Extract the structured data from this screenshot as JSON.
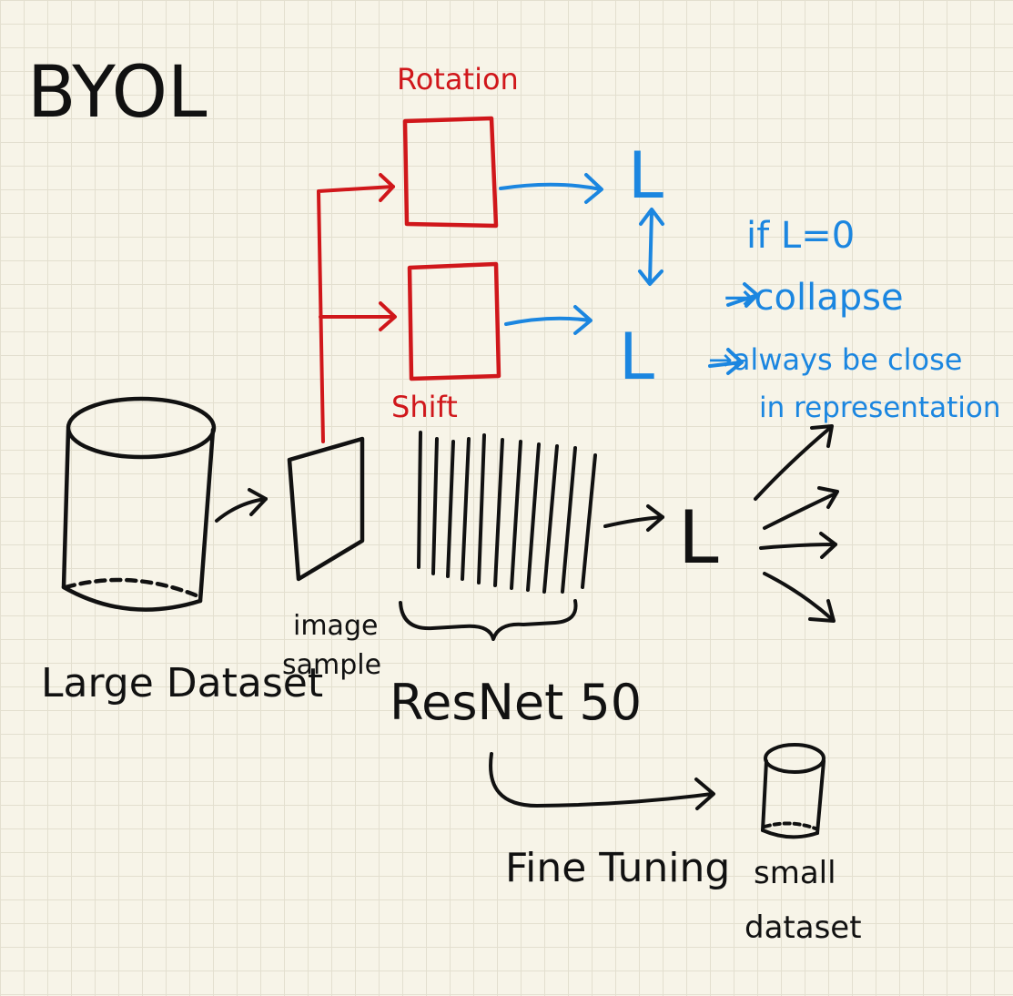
{
  "title": "BYOL",
  "colors": {
    "ink": "#111111",
    "augment": "#d0171b",
    "loss": "#1b86e0",
    "paper": "#f7f4e8",
    "grid": "#e3dfcf"
  },
  "nodes": {
    "large_dataset": "Large Dataset",
    "image_sample_line1": "image",
    "image_sample_line2": "sample",
    "network": "ResNet 50",
    "loss_main": "L",
    "small_dataset_line1": "small",
    "small_dataset_line2": "dataset"
  },
  "augmentations": {
    "top": "Rotation",
    "bottom": "Shift"
  },
  "losses": {
    "top": "L",
    "bottom": "L"
  },
  "notes": {
    "line1": "if L=0",
    "line2": "→collapse",
    "line3": "→always be close",
    "line4": "in representation"
  },
  "fine_tuning": "Fine Tuning",
  "icons": [
    "dataset-cylinder-icon",
    "image-sample-icon",
    "small-dataset-cylinder-icon"
  ]
}
